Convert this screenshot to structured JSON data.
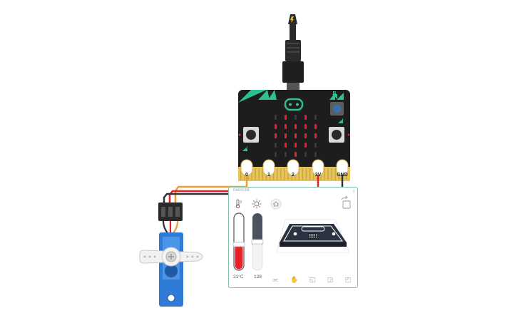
{
  "app": {
    "name": "micro:bit simulator"
  },
  "board": {
    "pins": [
      {
        "label": "0"
      },
      {
        "label": "1"
      },
      {
        "label": "2"
      },
      {
        "label": "3V"
      },
      {
        "label": "GND"
      }
    ],
    "buttons": {
      "a": "A",
      "b": "B"
    },
    "led_matrix": [
      [
        0,
        1,
        0,
        1,
        0
      ],
      [
        1,
        1,
        1,
        1,
        1
      ],
      [
        1,
        1,
        1,
        1,
        1
      ],
      [
        0,
        1,
        1,
        1,
        0
      ],
      [
        0,
        0,
        1,
        0,
        0
      ]
    ],
    "led_on_color": "#e8202a",
    "led_off_color": "#3a3a3a",
    "board_color": "#1d1d1f",
    "accent_color": "#2fc18c",
    "edge_color": "#e6c45a"
  },
  "wires": {
    "signal": "#f39c32",
    "power": "#e8202a",
    "ground": "#333333"
  },
  "servo": {
    "body_color": "#2f7bd6",
    "horn_color": "#f2f2f2"
  },
  "sim_panel": {
    "title": "micro:bit",
    "temperature": {
      "value": "21°C",
      "level": 0.45,
      "icon": "thermometer-icon"
    },
    "light": {
      "value": "128",
      "level": 0.5,
      "icon": "sun-icon"
    },
    "icons": [
      "home-icon",
      "rotate-icon"
    ],
    "gestures": [
      "shake-icon",
      "tilt-left-icon",
      "tilt-right-icon",
      "face-up-icon",
      "face-down-icon"
    ]
  }
}
